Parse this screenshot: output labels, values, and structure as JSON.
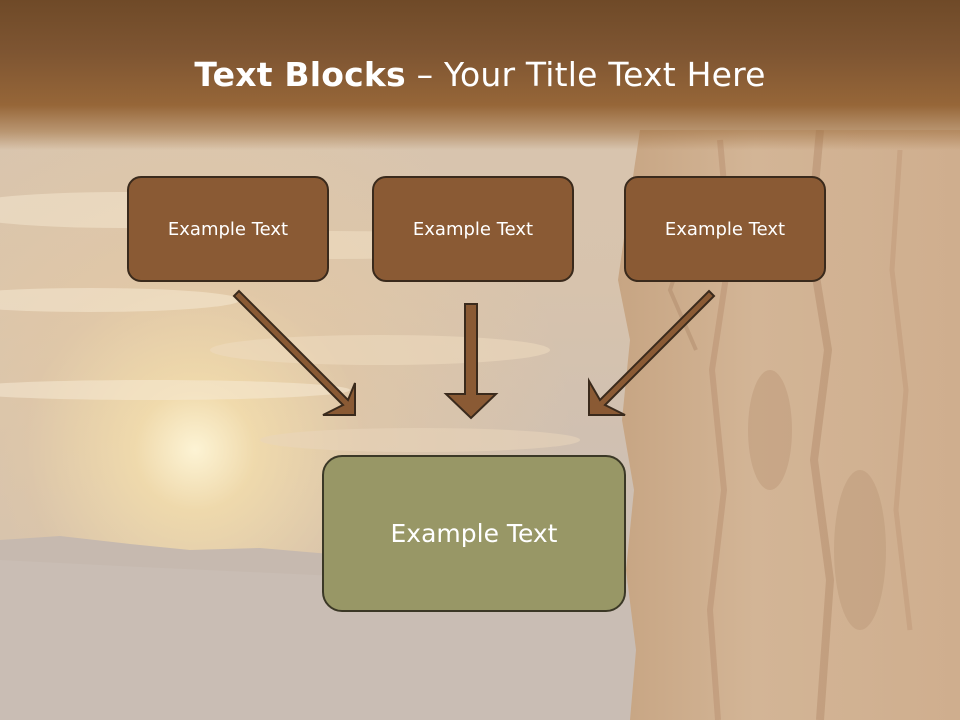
{
  "title": {
    "bold": "Text Blocks",
    "rest": " – Your Title Text Here"
  },
  "blocks": [
    {
      "label": "Example Text"
    },
    {
      "label": "Example Text"
    },
    {
      "label": "Example Text"
    }
  ],
  "target": {
    "label": "Example Text"
  },
  "colors": {
    "header": "#7a5230",
    "block": "#8a5a34",
    "target": "#989766",
    "arrow": "#8a5a34",
    "outline": "#3a2a1c"
  }
}
